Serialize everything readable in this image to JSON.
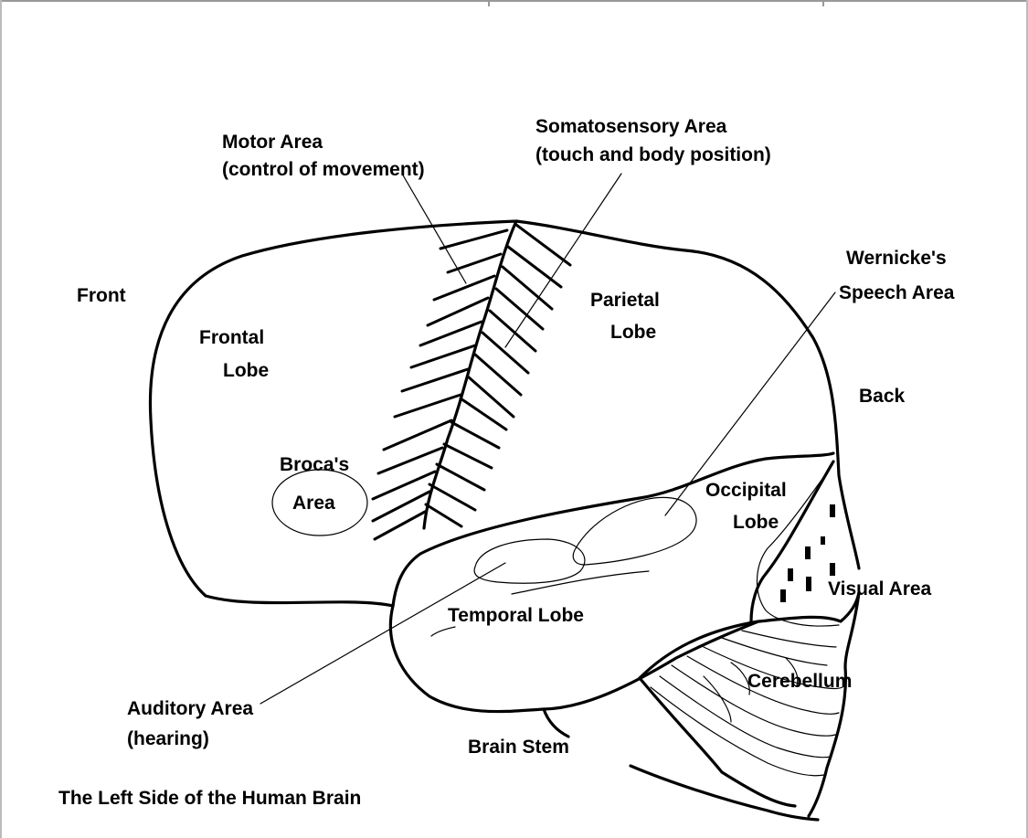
{
  "diagram": {
    "caption": "The Left Side of the Human Brain",
    "labels": {
      "motor_area_line1": "Motor Area",
      "motor_area_line2": "(control of movement)",
      "somatosensory_line1": "Somatosensory Area",
      "somatosensory_line2": "(touch and body position)",
      "wernicke_line1": "Wernicke's",
      "wernicke_line2": "Speech Area",
      "front": "Front",
      "back": "Back",
      "frontal_line1": "Frontal",
      "frontal_line2": "Lobe",
      "parietal_line1": "Parietal",
      "parietal_line2": "Lobe",
      "broca_line1": "Broca's",
      "broca_line2": "Area",
      "occipital_line1": "Occipital",
      "occipital_line2": "Lobe",
      "visual_area": "Visual Area",
      "temporal_lobe": "Temporal Lobe",
      "cerebellum": "Cerebellum",
      "auditory_line1": "Auditory Area",
      "auditory_line2": "(hearing)",
      "brain_stem": "Brain Stem"
    }
  }
}
